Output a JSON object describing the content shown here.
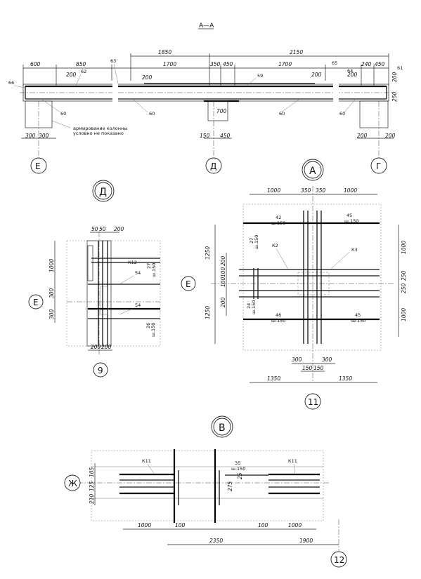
{
  "section": {
    "title": "А—А"
  },
  "section_aa": {
    "top_dims_row1": [
      "1850",
      "2150"
    ],
    "top_dims_row2": [
      "600",
      "850",
      "1700",
      "350",
      "450",
      "1700",
      "240",
      "450"
    ],
    "small_dims": [
      "200",
      "200",
      "200",
      "200",
      "200",
      "250",
      "700"
    ],
    "marks": [
      "66",
      "62",
      "63",
      "59",
      "64",
      "65",
      "61",
      "60",
      "60",
      "60",
      "60"
    ],
    "note_line1": "армирование колонны",
    "note_line2": "условно не показано",
    "bottom_dims": [
      "300",
      "300",
      "150",
      "450",
      "200",
      "200"
    ],
    "axes": [
      "Е",
      "Д",
      "Г"
    ]
  },
  "node_d": {
    "title": "Д",
    "dims_top": [
      "50",
      "50",
      "200"
    ],
    "dims_left": [
      "1000",
      "300",
      "300"
    ],
    "marks": [
      "К12",
      "54",
      "54",
      "27",
      "ш.150",
      "26",
      "ш.150"
    ],
    "dims_bottom": [
      "200",
      "200"
    ],
    "axis_left": "Е",
    "axis_bottom": "9"
  },
  "node_a": {
    "title": "А",
    "dims_top": [
      "1000",
      "350",
      "350",
      "1000"
    ],
    "dims_left": [
      "1250",
      "200",
      "100",
      "100",
      "200",
      "1250"
    ],
    "dims_right": [
      "1000",
      "250",
      "250",
      "1000"
    ],
    "marks": [
      "42",
      "ш.150",
      "45",
      "ш.150",
      "27",
      "ш.150",
      "К2",
      "К3",
      "24",
      "ш.150",
      "46",
      "ш.150",
      "45",
      "ш.150"
    ],
    "dims_bottom1": [
      "300",
      "300"
    ],
    "dims_bottom2": [
      "150",
      "150"
    ],
    "dims_bottom3": [
      "1350",
      "1350"
    ],
    "axis_left": "Е",
    "axis_bottom": "11"
  },
  "node_v": {
    "title": "В",
    "marks": [
      "К11",
      "35",
      "ш.150",
      "К11"
    ],
    "dims_left": [
      "105",
      "125",
      "210"
    ],
    "dims_mid": [
      "275",
      "25"
    ],
    "dims_bottom1": [
      "1000",
      "100",
      "100",
      "1000"
    ],
    "dims_bottom2": [
      "2350",
      "1900"
    ],
    "axis_left": "Ж",
    "axis_bottom": "12"
  }
}
